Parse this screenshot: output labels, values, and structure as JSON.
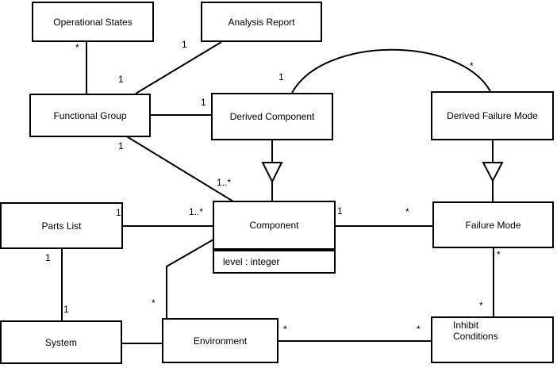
{
  "diagram": {
    "kind": "uml-class-diagram",
    "colors": {
      "line": "#000000",
      "background": "#ffffff",
      "text": "#000000"
    },
    "classes": [
      {
        "name": "Operational States"
      },
      {
        "name": "Analysis Report"
      },
      {
        "name": "Functional Group"
      },
      {
        "name": "Derived Component"
      },
      {
        "name": "Derived Failure Mode"
      },
      {
        "name": "Parts List"
      },
      {
        "name": "Component",
        "attributes": [
          "level : integer"
        ]
      },
      {
        "name": "Failure Mode"
      },
      {
        "name": "System"
      },
      {
        "name": "Environment"
      },
      {
        "name": "Inhibit Conditions"
      }
    ],
    "relationships": [
      {
        "source": "Operational States",
        "target": "Functional Group",
        "type": "association",
        "source_mult": "*",
        "target_mult": ""
      },
      {
        "source": "Analysis Report",
        "target": "Functional Group",
        "type": "association",
        "source_mult": "1",
        "target_mult": "1"
      },
      {
        "source": "Functional Group",
        "target": "Derived Component",
        "type": "association",
        "source_mult": "",
        "target_mult": "1"
      },
      {
        "source": "Functional Group",
        "target": "Component",
        "type": "association",
        "source_mult": "1",
        "target_mult": "1..*"
      },
      {
        "source": "Derived Component",
        "target": "Derived Failure Mode",
        "type": "association",
        "source_mult": "1",
        "target_mult": "*"
      },
      {
        "source": "Derived Component",
        "target": "Component",
        "type": "generalization"
      },
      {
        "source": "Derived Failure Mode",
        "target": "Failure Mode",
        "type": "generalization"
      },
      {
        "source": "Parts List",
        "target": "Component",
        "type": "association",
        "source_mult": "1",
        "target_mult": "1..*"
      },
      {
        "source": "Component",
        "target": "Failure Mode",
        "type": "association",
        "source_mult": "1",
        "target_mult": "*"
      },
      {
        "source": "Parts List",
        "target": "System",
        "type": "association",
        "source_mult": "1",
        "target_mult": "1"
      },
      {
        "source": "System",
        "target": "Environment",
        "type": "association",
        "source_mult": "",
        "target_mult": ""
      },
      {
        "source": "Component",
        "target": "Environment",
        "type": "association",
        "source_mult": "",
        "target_mult": "*"
      },
      {
        "source": "Environment",
        "target": "Inhibit Conditions",
        "type": "association",
        "source_mult": "*",
        "target_mult": "*"
      },
      {
        "source": "Failure Mode",
        "target": "Inhibit Conditions",
        "type": "association",
        "source_mult": "*",
        "target_mult": "*"
      }
    ]
  }
}
